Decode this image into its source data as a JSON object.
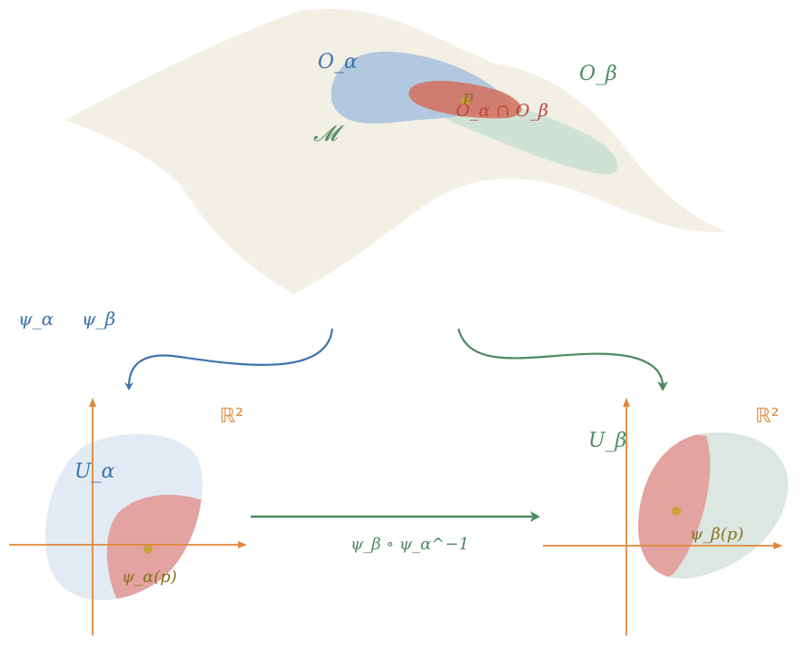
{
  "colors": {
    "manifold": "#f2efe4",
    "blue": "#3b74ad",
    "blue_region": "#b2c8df",
    "blue_chart": "#e2ebf4",
    "green": "#4e8a63",
    "green_region": "#d0e2d6",
    "green_chart": "#dbe7e0",
    "red_region": "#d46e5e",
    "red_chart": "#e3a3a0",
    "red_text": "#c0463d",
    "orange": "#e0883a",
    "gold": "#c8a23a",
    "gold_text": "#8a6f1e"
  },
  "manifold": {
    "label": "𝓜",
    "region_alpha": "O_α",
    "region_beta": "O_β",
    "overlap": "O_α ∩ O_β",
    "point": "p"
  },
  "maps": {
    "psi_alpha": "ψ_α",
    "psi_beta": "ψ_β",
    "transition": "ψ_β ∘ ψ_α^−1"
  },
  "chart_left": {
    "space": "ℝ²",
    "region": "U_α",
    "point_image": "ψ_α(p)"
  },
  "chart_right": {
    "space": "ℝ²",
    "region": "U_β",
    "point_image": "ψ_β(p)"
  }
}
